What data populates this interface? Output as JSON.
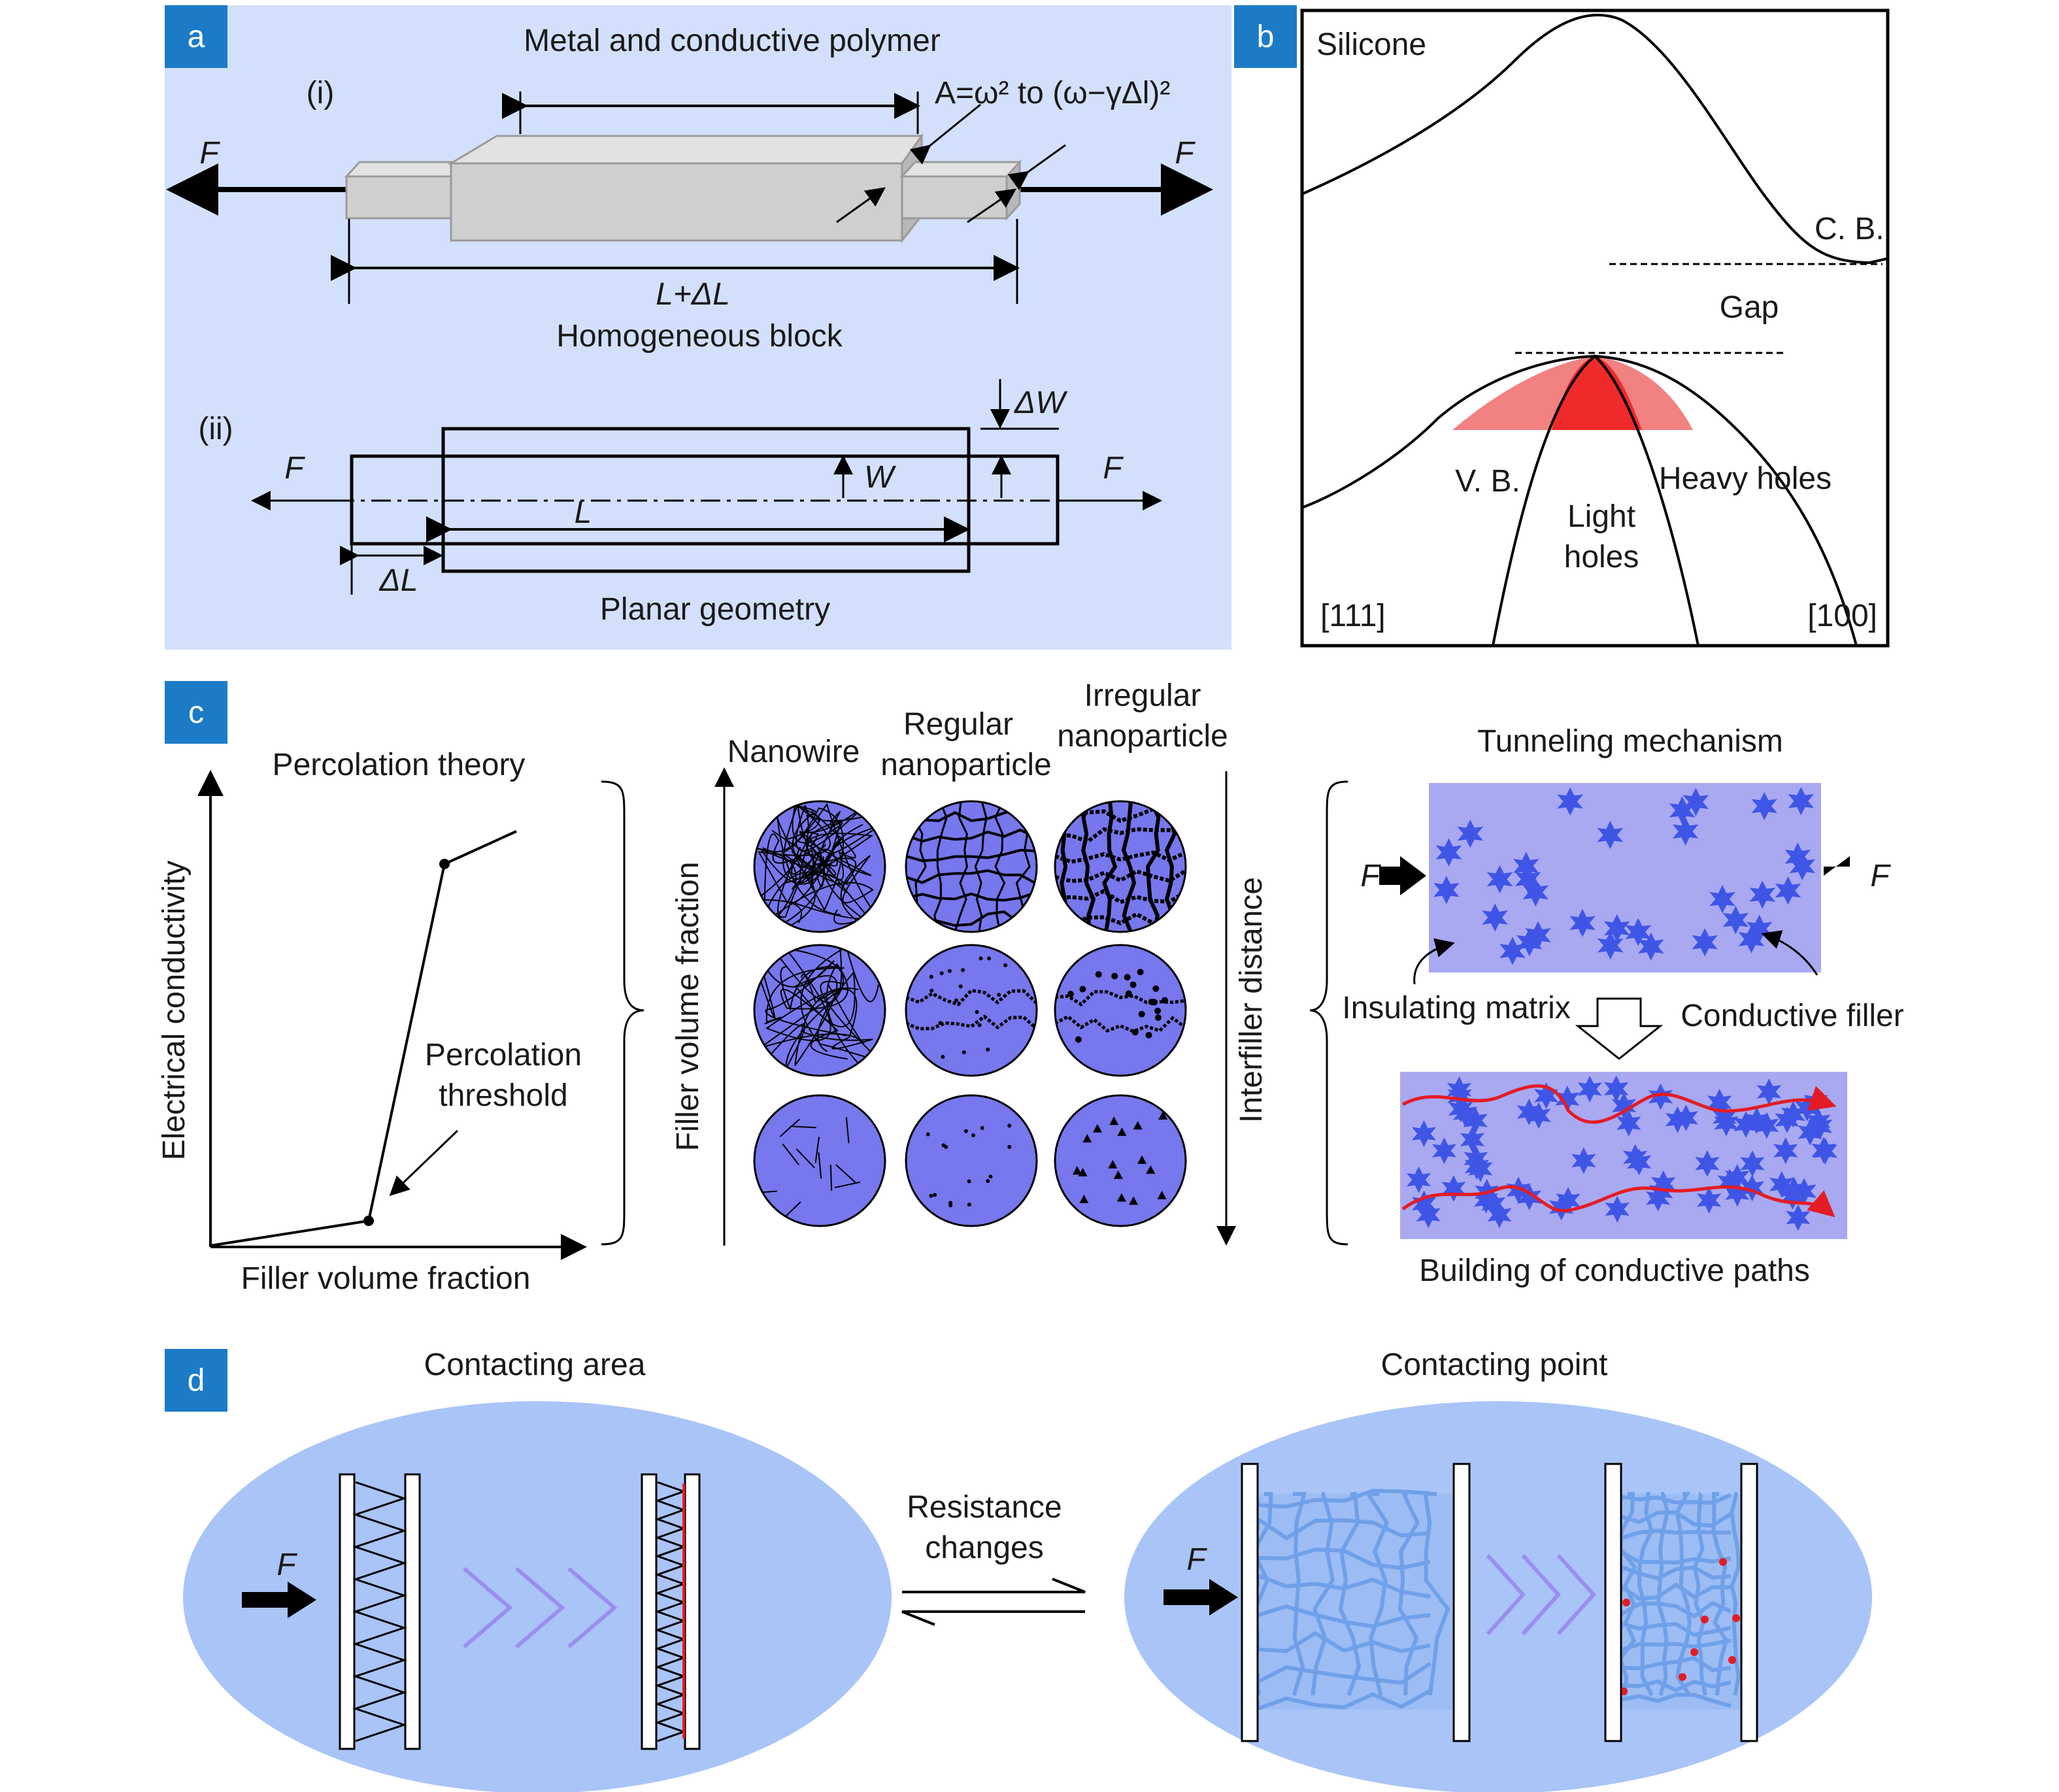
{
  "panel_a": {
    "tag": "a",
    "title": "Metal and conductive polymer",
    "sub_i": "(i)",
    "area_formula": "A=ω² to (ω−γΔl)²",
    "force_left": "F",
    "force_right": "F",
    "length_label": "L+ΔL",
    "block_caption": "Homogeneous block",
    "sub_ii": "(ii)",
    "delta_w": "ΔW",
    "w": "W",
    "l": "L",
    "delta_l": "ΔL",
    "force_left_ii": "F",
    "force_right_ii": "F",
    "planar_caption": "Planar geometry",
    "bg_color": "#d3e0fb"
  },
  "panel_b": {
    "tag": "b",
    "material": "Silicone",
    "cb": "C. B.",
    "gap": "Gap",
    "vb": "V. B.",
    "heavy_holes": "Heavy holes",
    "light_holes_1": "Light",
    "light_holes_2": "holes",
    "dir_left": "[111]",
    "dir_right": "[100]",
    "light_color": "#f28181",
    "heavy_color": "#ef2a2a"
  },
  "panel_c": {
    "tag": "c",
    "percolation_title": "Percolation theory",
    "y_axis": "Electrical conductivity",
    "x_axis": "Filler volume fraction",
    "threshold_1": "Percolation",
    "threshold_2": "threshold",
    "col_nanowire": "Nanowire",
    "col_regular_1": "Regular",
    "col_regular_2": "nanoparticle",
    "col_irregular_1": "Irregular",
    "col_irregular_2": "nanoparticle",
    "left_axis": "Filler volume fraction",
    "right_axis": "Interfiller distance",
    "tunneling_title": "Tunneling mechanism",
    "force_l": "F",
    "force_r": "F",
    "insulating": "Insulating matrix",
    "conductive": "Conductive filler",
    "paths_caption": "Building of conductive paths",
    "circle_color": "#7777ee",
    "matrix_color": "#a9a9f2",
    "star_color": "#3f55e6",
    "path_color": "#e41c24"
  },
  "panel_d": {
    "tag": "d",
    "area_title": "Contacting area",
    "point_title": "Contacting point",
    "resistance_1": "Resistance",
    "resistance_2": "changes",
    "force_1": "F",
    "force_2": "F",
    "ellipse_color": "#a9c4f7",
    "network_color": "#6fa0e8"
  },
  "tag_color": "#1c7bc7"
}
